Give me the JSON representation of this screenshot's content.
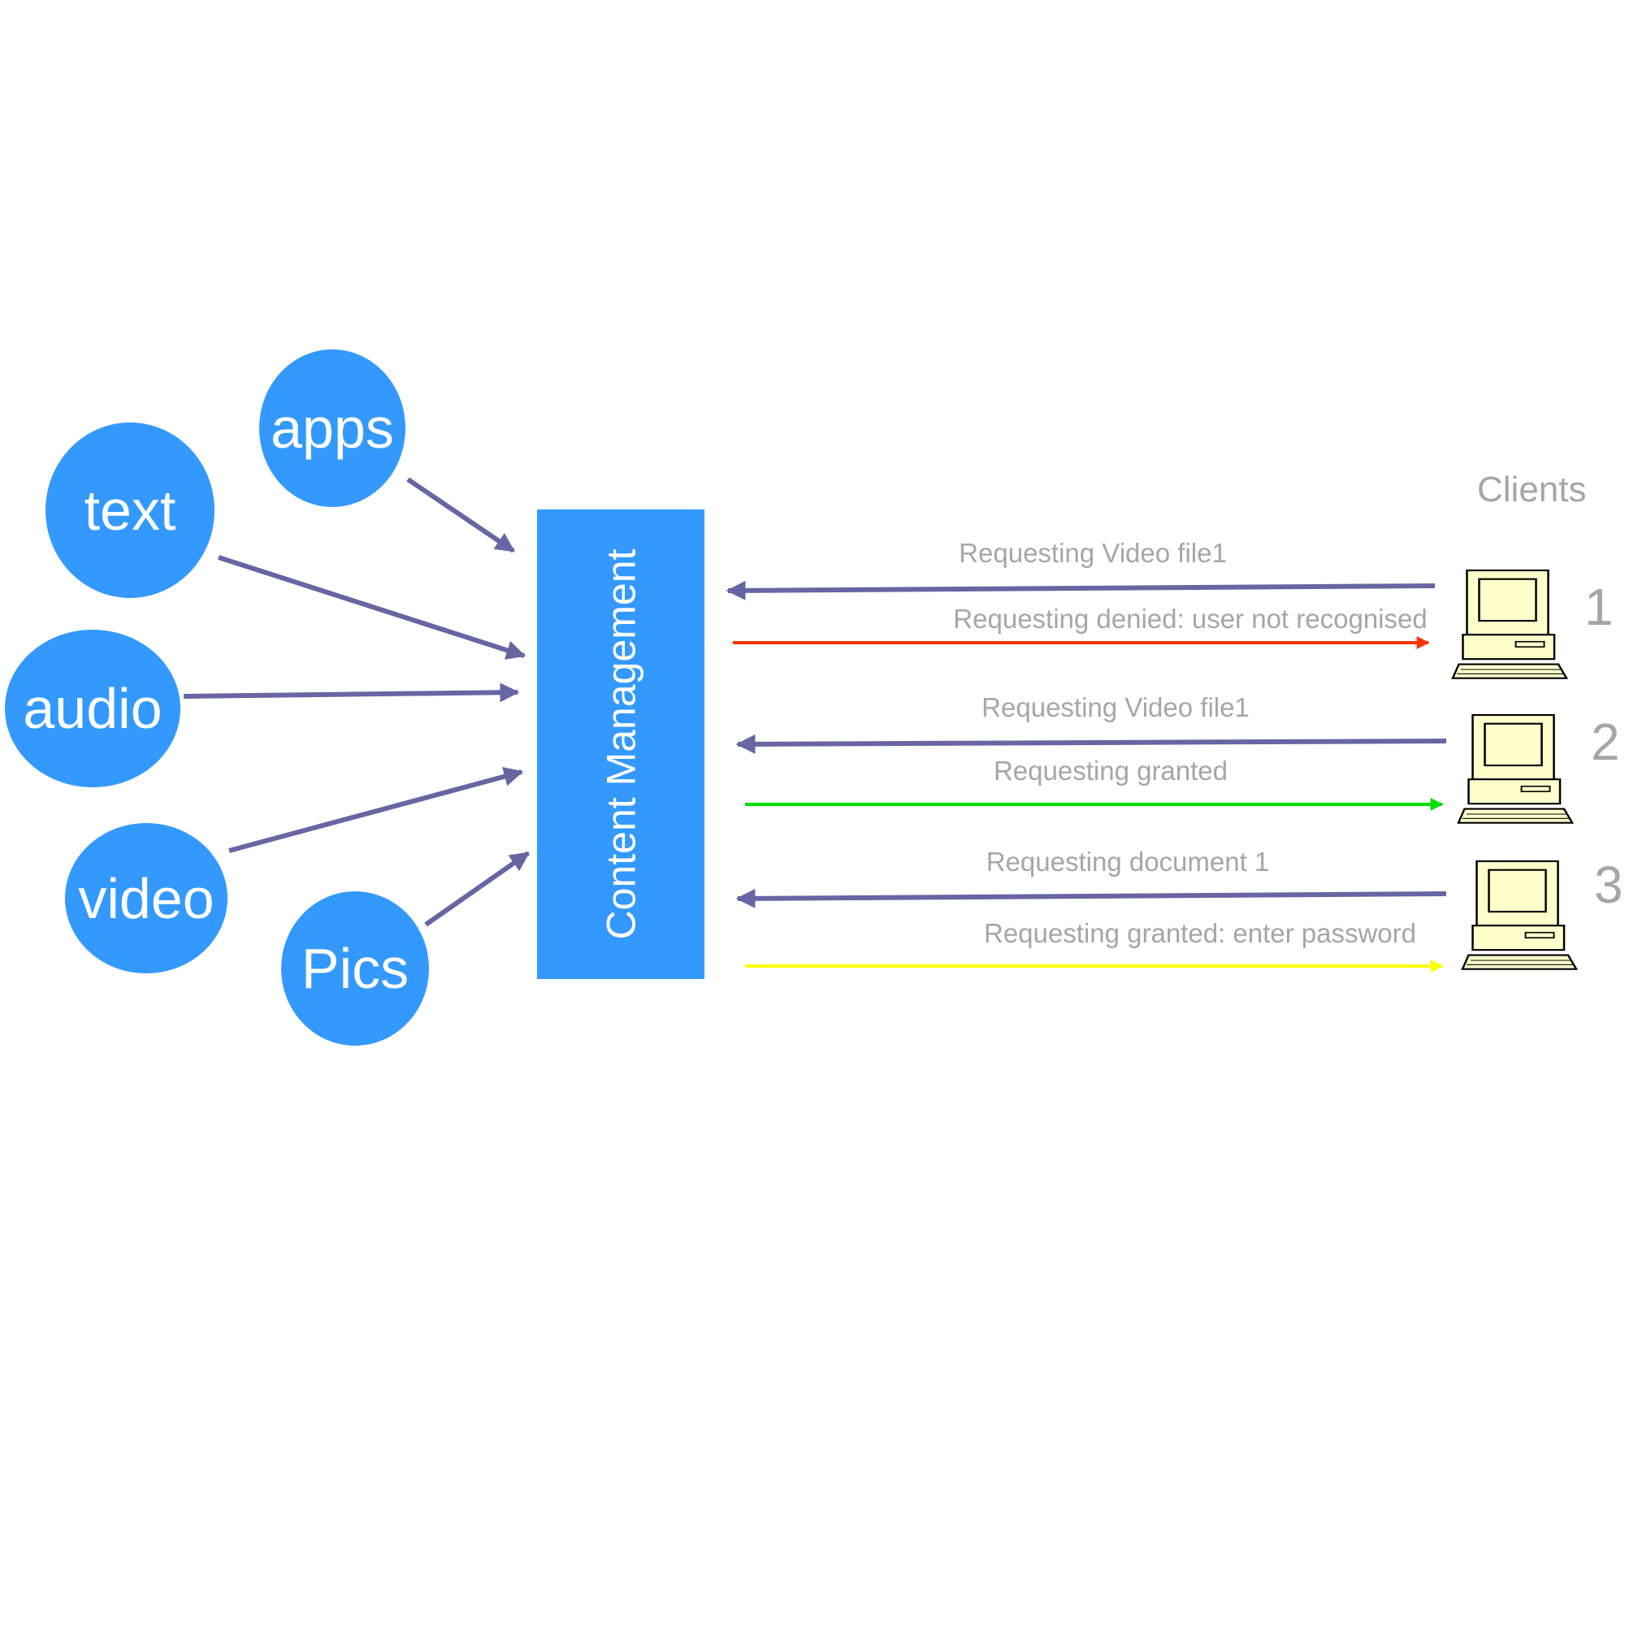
{
  "colors": {
    "node": "#3399ff",
    "cm_box": "#3399ff",
    "arrow_request": "#6666a3",
    "arrow_denied": "#ff3300",
    "arrow_granted": "#00e000",
    "arrow_password": "#ffff00",
    "label_gray": "#a6a6a6",
    "computer_body": "#ffffcc",
    "computer_outline": "#000000"
  },
  "content_types": [
    {
      "id": "apps",
      "label": "apps"
    },
    {
      "id": "text",
      "label": "text"
    },
    {
      "id": "audio",
      "label": "audio"
    },
    {
      "id": "video",
      "label": "video"
    },
    {
      "id": "pics",
      "label": "Pics"
    }
  ],
  "content_management": {
    "label": "Content Management"
  },
  "clients": {
    "title": "Clients",
    "items": [
      {
        "number": "1",
        "request": "Requesting Video file1",
        "response": "Requesting denied: user not recognised",
        "response_color": "#ff3300"
      },
      {
        "number": "2",
        "request": "Requesting Video file1",
        "response": "Requesting granted",
        "response_color": "#00e000"
      },
      {
        "number": "3",
        "request": "Requesting document 1",
        "response": "Requesting granted: enter password",
        "response_color": "#ffff00"
      }
    ]
  }
}
